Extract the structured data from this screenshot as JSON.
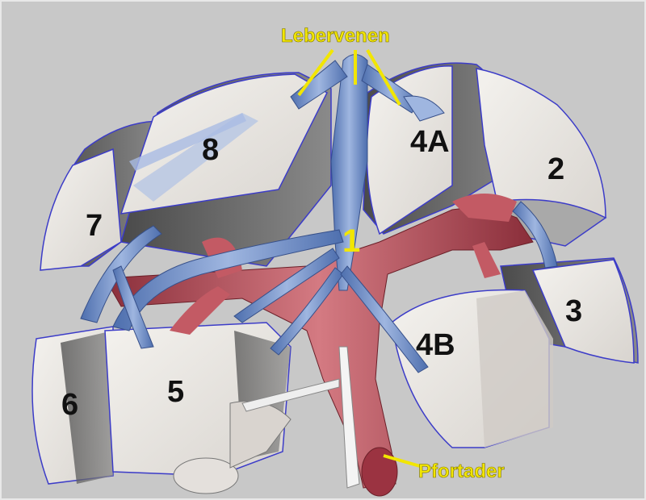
{
  "labels": {
    "hepatic_veins": "Lebervenen",
    "portal_vein": "Pfortader",
    "segment_1": "1",
    "segment_2": "2",
    "segment_3": "3",
    "segment_4a": "4A",
    "segment_4b": "4B",
    "segment_5": "5",
    "segment_6": "6",
    "segment_7": "7",
    "segment_8": "8"
  },
  "colors": {
    "background": "#c8c8c8",
    "liver_tissue": "#e9e6e2",
    "liver_shadow": "#5e5e5e",
    "vein_blue": "#6f8fc9",
    "portal_red": "#b34a55",
    "label_yellow": "#f2e600"
  }
}
